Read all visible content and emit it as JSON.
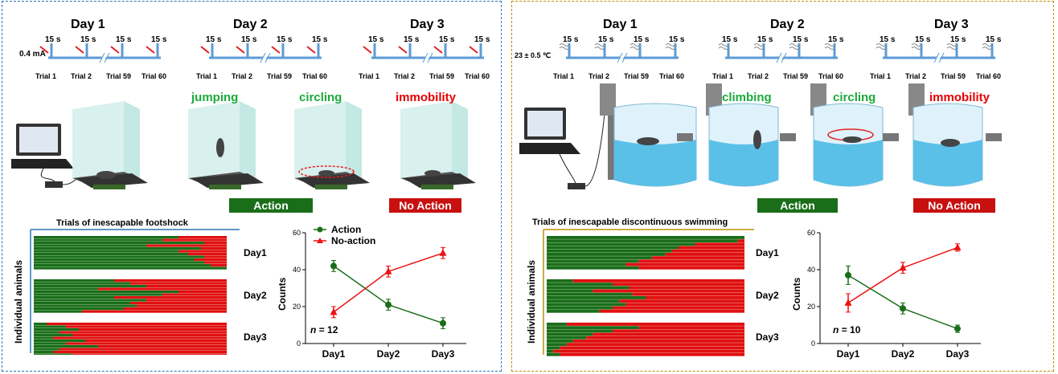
{
  "left": {
    "days": [
      "Day 1",
      "Day 2",
      "Day 3"
    ],
    "intensity": "0.4 mA",
    "interval": "15 s",
    "trials": [
      "Trial 1",
      "Trial 2",
      "Trial 59",
      "Trial 60"
    ],
    "behaviors": [
      {
        "label": "jumping",
        "color": "#1aaa3a"
      },
      {
        "label": "circling",
        "color": "#1aaa3a"
      },
      {
        "label": "immobility",
        "color": "#e60000"
      }
    ],
    "action_label": "Action",
    "noaction_label": "No Action",
    "heatmap_title": "Trials of inescapable  footshock",
    "ylabel": "Individual  animals",
    "day_labels": [
      "Day1",
      "Day2",
      "Day3"
    ],
    "n_label": "n",
    "n_value": "= 12"
  },
  "right": {
    "days": [
      "Day 1",
      "Day 2",
      "Day 3"
    ],
    "temperature": "23 ± 0.5 ℃",
    "interval": "15 s",
    "trials": [
      "Trial 1",
      "Trial 2",
      "Trial 59",
      "Trial 60"
    ],
    "behaviors": [
      {
        "label": "climbing",
        "color": "#1aaa3a"
      },
      {
        "label": "circling",
        "color": "#1aaa3a"
      },
      {
        "label": "immobility",
        "color": "#e60000"
      }
    ],
    "action_label": "Action",
    "noaction_label": "No Action",
    "heatmap_title": "Trials of inescapable  discontinuous  swimming",
    "ylabel": "Individual  animals",
    "day_labels": [
      "Day1",
      "Day2",
      "Day3"
    ],
    "n_label": "n",
    "n_value": "= 10"
  },
  "chart_data": [
    {
      "type": "line",
      "categories": [
        "Day1",
        "Day2",
        "Day3"
      ],
      "ylabel": "Counts",
      "ylim": [
        0,
        60
      ],
      "yticks": [
        0,
        20,
        40,
        60
      ],
      "legend": "top-left",
      "series": [
        {
          "name": "Action",
          "color": "#1a6e1a",
          "marker": "circle",
          "values": [
            42,
            21,
            11
          ],
          "errors": [
            3,
            3,
            3
          ]
        },
        {
          "name": "No-action",
          "color": "#ee1111",
          "marker": "triangle",
          "values": [
            17,
            39,
            49
          ],
          "errors": [
            3,
            3,
            3
          ]
        }
      ]
    },
    {
      "type": "line",
      "categories": [
        "Day1",
        "Day2",
        "Day3"
      ],
      "ylabel": "Counts",
      "ylim": [
        0,
        60
      ],
      "yticks": [
        0,
        20,
        40,
        60
      ],
      "series": [
        {
          "color": "#1a6e1a",
          "marker": "circle",
          "values": [
            37,
            19,
            8
          ],
          "errors": [
            5,
            3,
            2
          ]
        },
        {
          "color": "#ee1111",
          "marker": "triangle",
          "values": [
            22,
            41,
            52
          ],
          "errors": [
            5,
            3,
            2
          ]
        }
      ]
    }
  ],
  "heatmaps": {
    "left": {
      "green_cols": [
        [
          45,
          40,
          53,
          35,
          52,
          45,
          48,
          53,
          50,
          53,
          55,
          60
        ],
        [
          25,
          30,
          35,
          20,
          45,
          40,
          25,
          35,
          30,
          32,
          28,
          15
        ],
        [
          4,
          10,
          14,
          8,
          12,
          6,
          16,
          10,
          20,
          8,
          6,
          12
        ]
      ]
    },
    "right": {
      "green_cols": [
        [
          60,
          58,
          45,
          40,
          38,
          36,
          32,
          28,
          24,
          28
        ],
        [
          8,
          20,
          25,
          14,
          26,
          30,
          22,
          24,
          20,
          16
        ],
        [
          6,
          28,
          20,
          14,
          12,
          8,
          6,
          4,
          2,
          4
        ]
      ]
    }
  }
}
